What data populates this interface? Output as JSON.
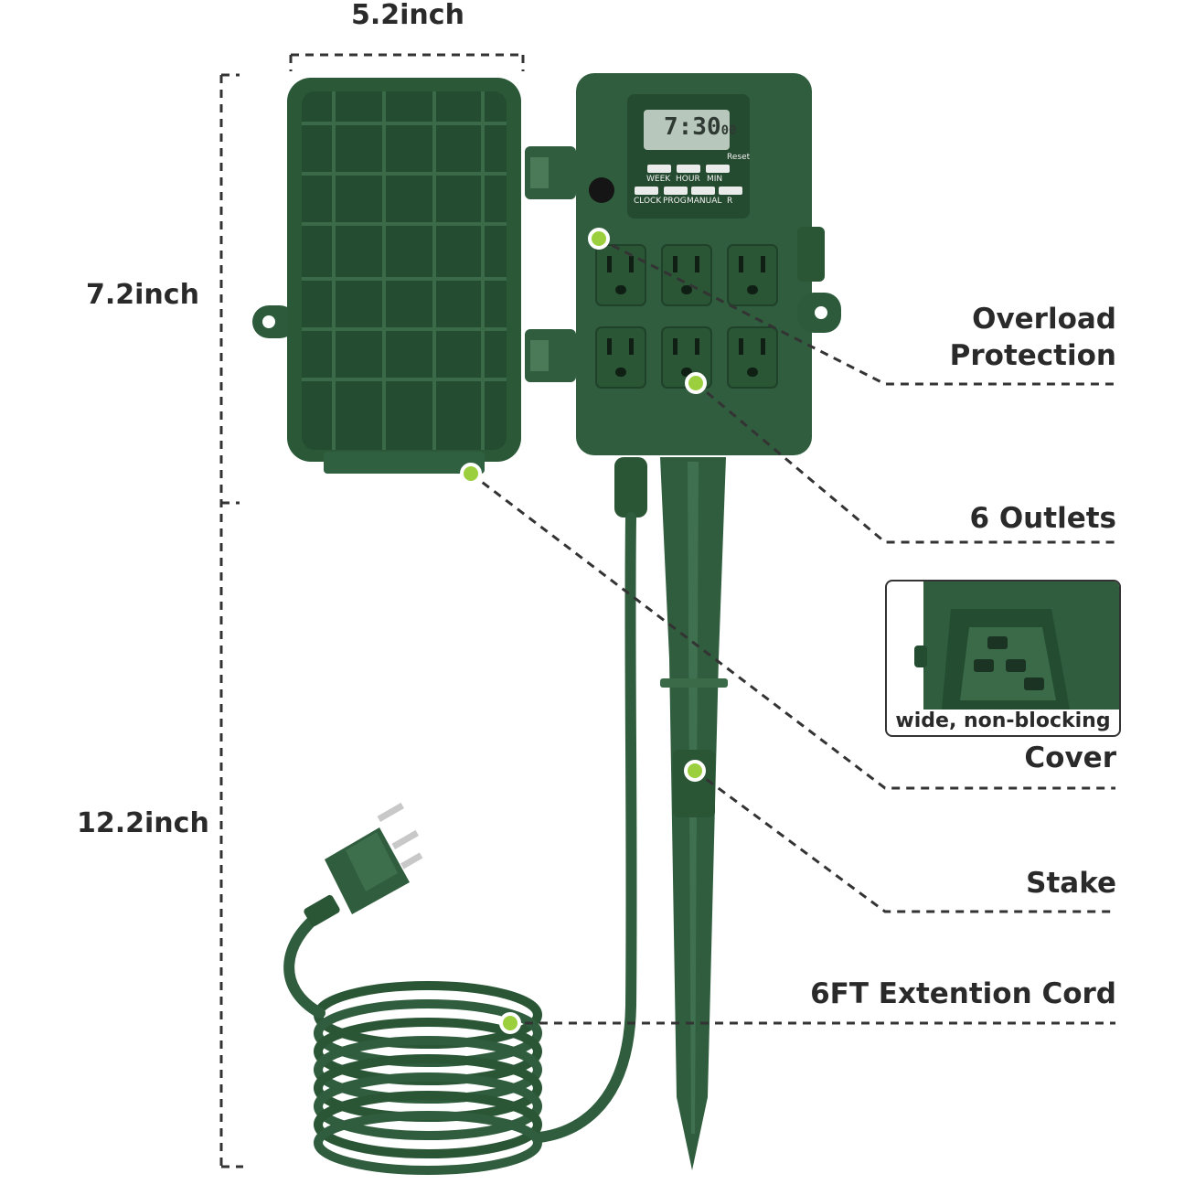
{
  "dimensions": {
    "width_label": "5.2inch",
    "height_label": "7.2inch",
    "stake_label": "12.2inch"
  },
  "callouts": {
    "overload_line1": "Overload",
    "overload_line2": "Protection",
    "outlets": "6 Outlets",
    "cover": "Cover",
    "cover_inset_caption": "wide, non-blocking",
    "stake": "Stake",
    "cord": "6FT Extention Cord"
  },
  "timer_panel": {
    "display": "7:30",
    "display_seconds": "00",
    "reset_label": "Reset",
    "row1_keys": [
      "WEEK",
      "HOUR",
      "MIN"
    ],
    "row2_keys": [
      "CLOCK",
      "PROG",
      "MANUAL",
      "R"
    ]
  },
  "colors": {
    "product_green": "#2f5d3d",
    "product_dark": "#1f4129",
    "highlight_green": "#4f8160",
    "callout_dot": "#9bcf3d",
    "text": "#2a2a2a"
  }
}
